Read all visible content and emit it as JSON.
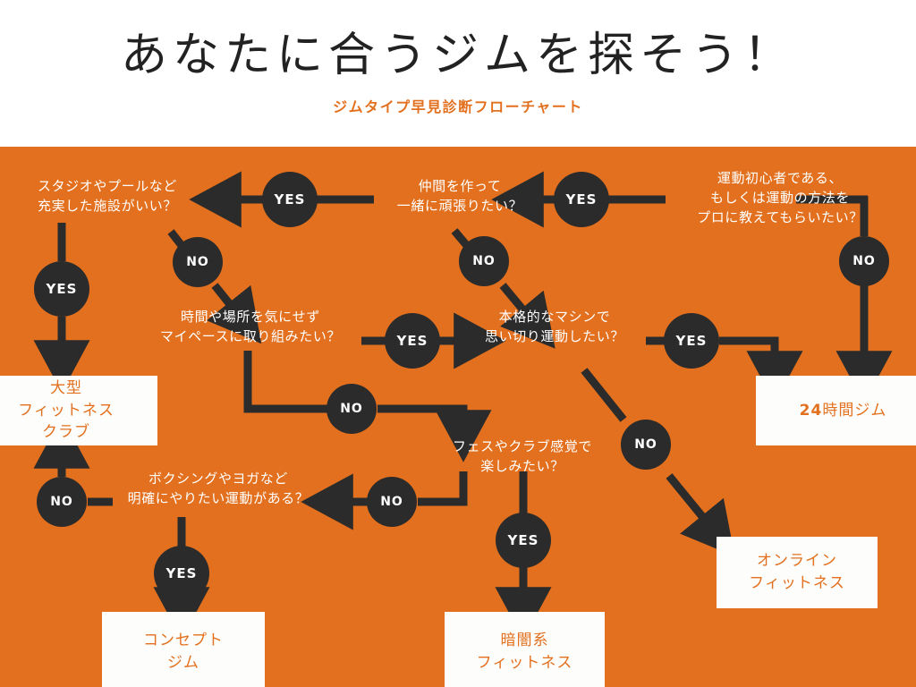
{
  "header": {
    "title": "あなたに合うジムを探そう！",
    "subtitle": "ジムタイプ早見診断フローチャート"
  },
  "colors": {
    "panel_orange": "#E2701E",
    "node_dark": "#2B2B2B",
    "box_white": "#FDFDFB",
    "text_white": "#FFFFFF",
    "title_dark": "#222222"
  },
  "questions": {
    "q_start": "運動初心者である、\nもしくは運動の方法を\nプロに教えてもらいたい？",
    "q_friends": "仲間を作って\n一緒に頑張りたい？",
    "q_facility": "スタジオやプールなど\n充実した施設がいい？",
    "q_pace": "時間や場所を気にせず\nマイペースに取り組みたい？",
    "q_machine": "本格的なマシンで\n思い切り運動したい？",
    "q_club": "フェスやクラブ感覚で\n楽しみたい？",
    "q_sport": "ボクシングやヨガなど\n明確にやりたい運動がある？"
  },
  "badges": {
    "start_yes": "YES",
    "start_no": "NO",
    "friends_yes": "YES",
    "friends_no": "NO",
    "facility_yes": "YES",
    "facility_no": "NO",
    "pace_yes": "YES",
    "pace_no": "NO",
    "machine_yes": "YES",
    "machine_no": "NO",
    "club_yes": "YES",
    "club_no": "NO",
    "sport_yes": "YES",
    "sport_no": "NO"
  },
  "results": {
    "big_club": "大型\nフィットネス\nクラブ",
    "gym_24_num": "24",
    "gym_24_rest": "時間ジム",
    "online": "オンライン\nフィットネス",
    "concept": "コンセプト\nジム",
    "dark": "暗闇系\nフィットネス"
  },
  "chart_data": {
    "type": "diagram",
    "diagram_kind": "flowchart",
    "title": "あなたに合うジムを探そう！",
    "subtitle": "ジムタイプ早見診断フローチャート",
    "nodes": [
      {
        "id": "q_start",
        "kind": "question",
        "text": "運動初心者である、もしくは運動の方法をプロに教えてもらいたい？"
      },
      {
        "id": "q_friends",
        "kind": "question",
        "text": "仲間を作って一緒に頑張りたい？"
      },
      {
        "id": "q_facility",
        "kind": "question",
        "text": "スタジオやプールなど充実した施設がいい？"
      },
      {
        "id": "q_pace",
        "kind": "question",
        "text": "時間や場所を気にせずマイペースに取り組みたい？"
      },
      {
        "id": "q_machine",
        "kind": "question",
        "text": "本格的なマシンで思い切り運動したい？"
      },
      {
        "id": "q_club",
        "kind": "question",
        "text": "フェスやクラブ感覚で楽しみたい？"
      },
      {
        "id": "q_sport",
        "kind": "question",
        "text": "ボクシングやヨガなど明確にやりたい運動がある？"
      },
      {
        "id": "r_big_club",
        "kind": "result",
        "text": "大型フィットネスクラブ"
      },
      {
        "id": "r_gym24",
        "kind": "result",
        "text": "24時間ジム"
      },
      {
        "id": "r_online",
        "kind": "result",
        "text": "オンラインフィットネス"
      },
      {
        "id": "r_concept",
        "kind": "result",
        "text": "コンセプトジム"
      },
      {
        "id": "r_dark",
        "kind": "result",
        "text": "暗闇系フィットネス"
      }
    ],
    "edges": [
      {
        "from": "q_start",
        "to": "q_friends",
        "label": "YES"
      },
      {
        "from": "q_start",
        "to": "r_gym24",
        "label": "NO"
      },
      {
        "from": "q_friends",
        "to": "q_facility",
        "label": "YES"
      },
      {
        "from": "q_friends",
        "to": "q_machine",
        "label": "NO"
      },
      {
        "from": "q_facility",
        "to": "r_big_club",
        "label": "YES"
      },
      {
        "from": "q_facility",
        "to": "q_pace",
        "label": "NO"
      },
      {
        "from": "q_pace",
        "to": "q_machine",
        "label": "YES"
      },
      {
        "from": "q_pace",
        "to": "q_club",
        "label": "NO"
      },
      {
        "from": "q_machine",
        "to": "r_gym24",
        "label": "YES"
      },
      {
        "from": "q_machine",
        "to": "r_online",
        "label": "NO"
      },
      {
        "from": "q_club",
        "to": "r_dark",
        "label": "YES"
      },
      {
        "from": "q_club",
        "to": "q_sport",
        "label": "NO"
      },
      {
        "from": "q_sport",
        "to": "r_concept",
        "label": "YES"
      },
      {
        "from": "q_sport",
        "to": "r_big_club",
        "label": "NO"
      }
    ]
  }
}
